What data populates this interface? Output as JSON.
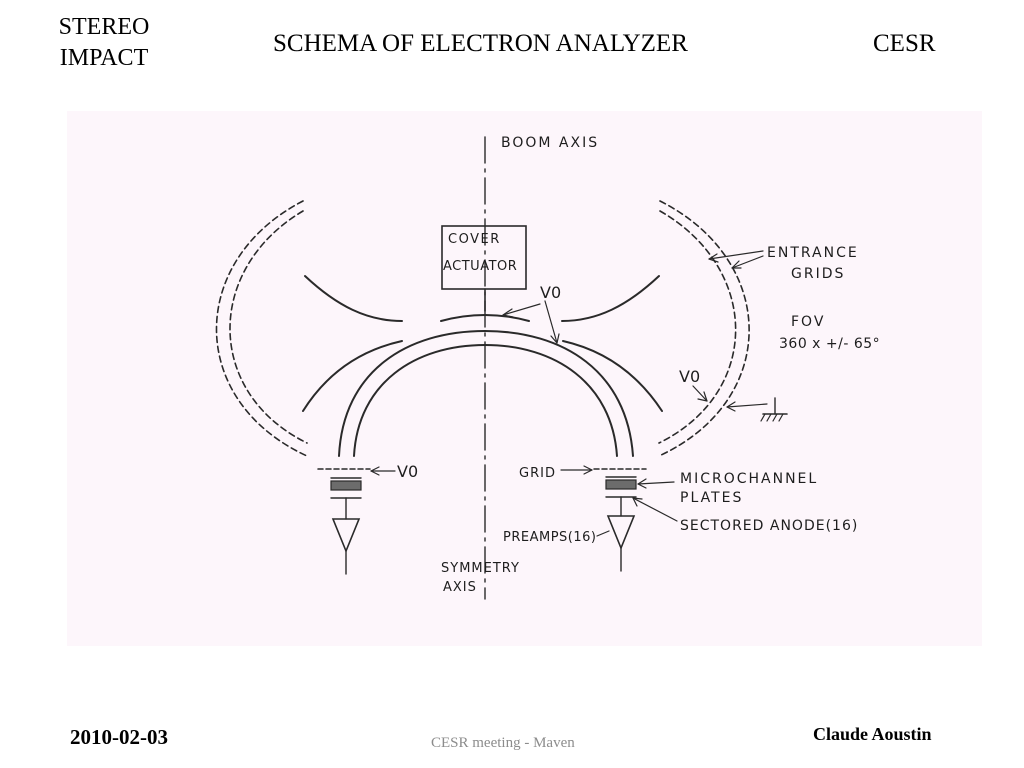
{
  "header": {
    "left_line1": "STEREO",
    "left_line2": "IMPACT",
    "title": "SCHEMA OF ELECTRON ANALYZER",
    "right": "CESR"
  },
  "diagram": {
    "boom_axis": "BOOM AXIS",
    "cover_line1": "COVER",
    "cover_line2": "ACTUATOR",
    "v0_top": "V0",
    "entrance_line1": "ENTRANCE",
    "entrance_line2": "GRIDS",
    "fov_line1": "FOV",
    "fov_line2": "360 x +/- 65°",
    "v0_right": "V0",
    "v0_left": "V0",
    "grid": "GRID",
    "mcp_line1": "MICROCHANNEL",
    "mcp_line2": "PLATES",
    "preamps": "PREAMPS(16)",
    "anode": "SECTORED ANODE(16)",
    "symmetry_line1": "SYMMETRY",
    "symmetry_line2": "AXIS"
  },
  "footer": {
    "date": "2010-02-03",
    "center": "CESR meeting - Maven",
    "author": "Claude Aoustin"
  }
}
